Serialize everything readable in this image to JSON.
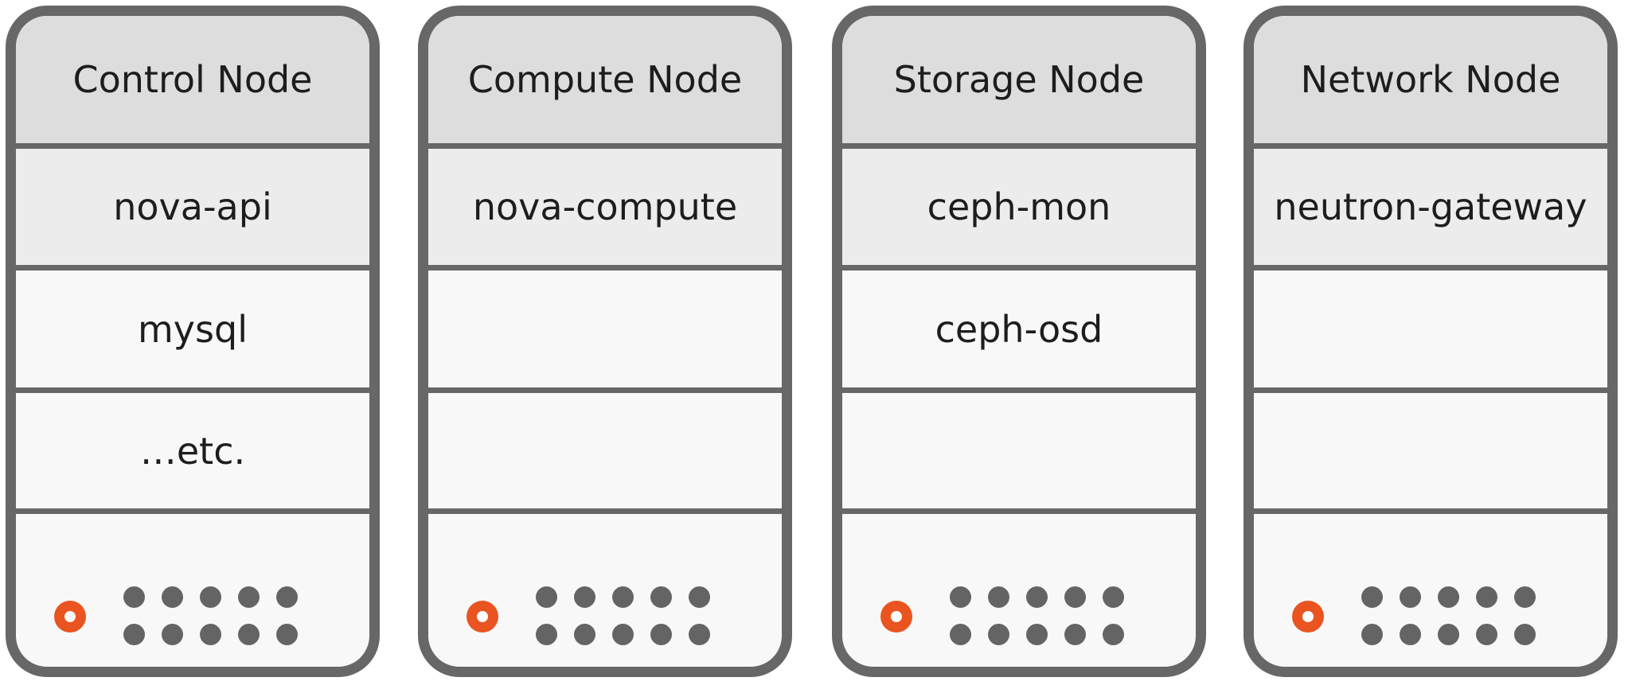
{
  "nodes": [
    {
      "title": "Control Node",
      "services": [
        "nova-api",
        "mysql",
        "…etc."
      ]
    },
    {
      "title": "Compute Node",
      "services": [
        "nova-compute",
        "",
        ""
      ]
    },
    {
      "title": "Storage Node",
      "services": [
        "ceph-mon",
        "ceph-osd",
        ""
      ]
    },
    {
      "title": "Network Node",
      "services": [
        "neutron-gateway",
        "",
        ""
      ]
    }
  ],
  "colors": {
    "frame": "#676767",
    "header": "#dddddd",
    "first_slot": "#ececec",
    "slot": "#f8f8f8",
    "led": "#e95420",
    "port": "#646464"
  },
  "icons": {
    "status": "power-led-icon",
    "ports": "port-dot-icon"
  }
}
